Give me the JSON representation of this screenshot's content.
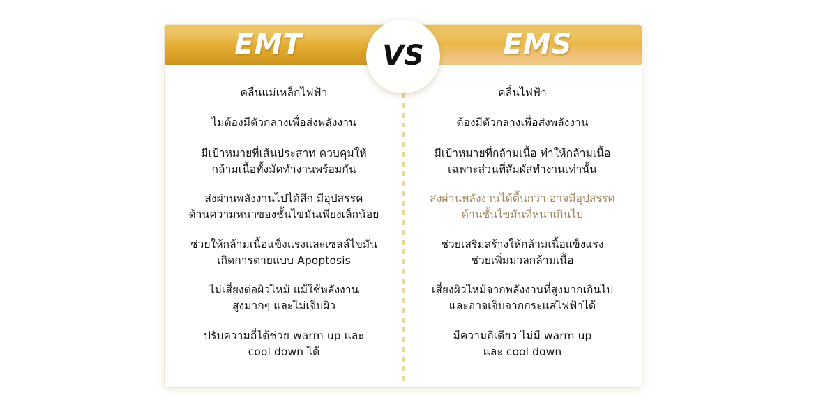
{
  "accent": {
    "gold_dark": "#cf9622",
    "gold_mid": "#e6ae33",
    "gold_light": "#f2cb8d",
    "divider_gold": "#e7d79a",
    "highlight_text": "#9d8560",
    "body_text": "#141414",
    "banner_text": "#ffffff"
  },
  "badge": {
    "label": "VS"
  },
  "left": {
    "title": "EMT",
    "rows": [
      {
        "lines": [
          "คลื่นแม่เหล็กไฟฟ้า"
        ],
        "highlight": false
      },
      {
        "lines": [
          "ไม่ต้องมีตัวกลางเพื่อส่งพลังงาน"
        ],
        "highlight": false
      },
      {
        "lines": [
          "มีเป้าหมายที่เส้นประสาท ควบคุมให้",
          "กล้ามเนื้อทั้งมัดทำงานพร้อมกัน"
        ],
        "highlight": false
      },
      {
        "lines": [
          "ส่งผ่านพลังงานไปได้ลึก มีอุปสรรค",
          "ด้านความหนาของชั้นไขมันเพียงเล็กน้อย"
        ],
        "highlight": false
      },
      {
        "lines": [
          "ช่วยให้กล้ามเนื้อแข็งแรงและเซลล์ไขมัน",
          "เกิดการตายแบบ Apoptosis"
        ],
        "highlight": false
      },
      {
        "lines": [
          "ไม่เสี่ยงต่อผิวไหม้ แม้ใช้พลังงาน",
          "สูงมากๆ และไม่เจ็บผิว"
        ],
        "highlight": false
      },
      {
        "lines": [
          "ปรับความถี่ได้ช่วย warm up และ",
          "cool down ได้"
        ],
        "highlight": false
      }
    ]
  },
  "right": {
    "title": "EMS",
    "rows": [
      {
        "lines": [
          "คลื่นไฟฟ้า"
        ],
        "highlight": false
      },
      {
        "lines": [
          "ต้องมีตัวกลางเพื่อส่งพลังงาน"
        ],
        "highlight": false
      },
      {
        "lines": [
          "มีเป้าหมายที่กล้ามเนื้อ ทำให้กล้ามเนื้อ",
          "เฉพาะส่วนที่สัมผัสทำงานเท่านั้น"
        ],
        "highlight": false
      },
      {
        "lines": [
          "ส่งผ่านพลังงานได้ตื้นกว่า อาจมีอุปสรรค",
          "ด้านชั้นไขมันที่หนาเกินไป"
        ],
        "highlight": true
      },
      {
        "lines": [
          "ช่วยเสริมสร้างให้กล้ามเนื้อแข็งแรง",
          "ช่วยเพิ่มมวลกล้ามเนื้อ"
        ],
        "highlight": false
      },
      {
        "lines": [
          "เสี่ยงผิวไหม้จากพลังงานที่สูงมากเกินไป",
          "และอาจเจ็บจากกระแสไฟฟ้าได้"
        ],
        "highlight": false
      },
      {
        "lines": [
          "มีความถี่เดียว ไม่มี warm up",
          "และ cool down"
        ],
        "highlight": false
      }
    ]
  }
}
